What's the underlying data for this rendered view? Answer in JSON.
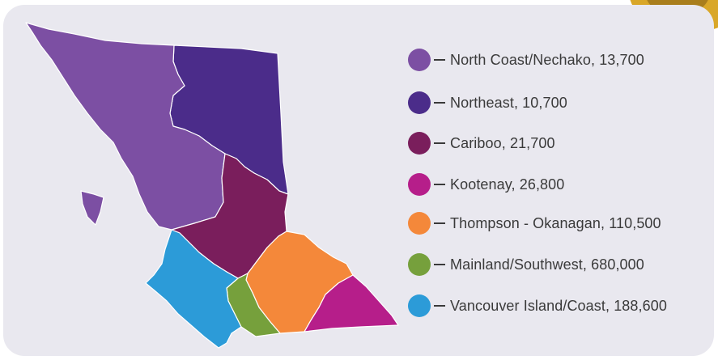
{
  "legend": {
    "items": [
      {
        "region": "North Coast/Nechako",
        "value": "13,700",
        "color": "#7c4fa3"
      },
      {
        "region": "Northeast",
        "value": "10,700",
        "color": "#4b2c8a"
      },
      {
        "region": "Cariboo",
        "value": "21,700",
        "color": "#7a1e5c"
      },
      {
        "region": "Kootenay",
        "value": "26,800",
        "color": "#b61e8a"
      },
      {
        "region": "Thompson - Okanagan",
        "value": "110,500",
        "color": "#f4883a"
      },
      {
        "region": "Mainland/Southwest",
        "value": "680,000",
        "color": "#76a03c"
      },
      {
        "region": "Vancouver Island/Coast",
        "value": "188,600",
        "color": "#2c9bd8"
      }
    ]
  }
}
